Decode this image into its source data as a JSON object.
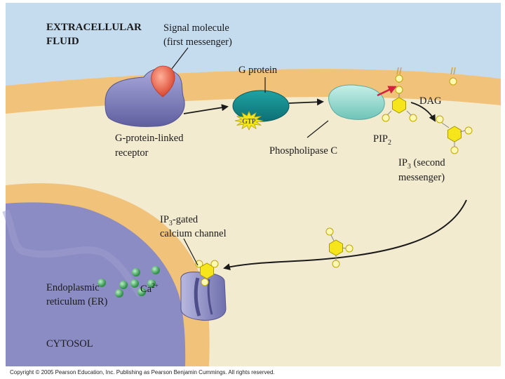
{
  "labels": {
    "extracellular_line1": "EXTRACELLULAR",
    "extracellular_line2": "FLUID",
    "signal_line1": "Signal molecule",
    "signal_line2": "(first messenger)",
    "g_protein": "G protein",
    "gtp": "GTP",
    "dag": "DAG",
    "receptor_line1": "G-protein-linked",
    "receptor_line2": "receptor",
    "phospholipase": "Phospholipase C",
    "pip2_main": "PIP",
    "pip2_sub": "2",
    "ip3_main": "IP",
    "ip3_sub": "3",
    "ip3_rest": " (second",
    "ip3_line2": "messenger)",
    "channel_main": "IP",
    "channel_sub": "3",
    "channel_rest": "-gated",
    "channel_line2": "calcium channel",
    "er_line1": "Endoplasmic",
    "er_line2": "reticulum (ER)",
    "ca_main": "Ca",
    "ca_sup": "2+",
    "cytosol": "CYTOSOL",
    "copyright": "Copyright © 2005 Pearson Education, Inc. Publishing as Pearson Benjamin Cummings. All rights reserved."
  },
  "colors": {
    "extracellular_bg": "#c5dcef",
    "membrane": "#f1c27a",
    "cytosol_bg": "#f3ebcf",
    "er_fill": "#8c8cc4",
    "receptor": "#7d7db8",
    "signal_molecule": "#e8614b",
    "g_protein_active": "#1a8f8f",
    "phospholipase": "#8fd6cc",
    "gtp": "#f2e41d",
    "ip3_hexagon": "#f5e51a",
    "calcium_ion": "#3aa65a",
    "arrow_red": "#d3203f"
  }
}
